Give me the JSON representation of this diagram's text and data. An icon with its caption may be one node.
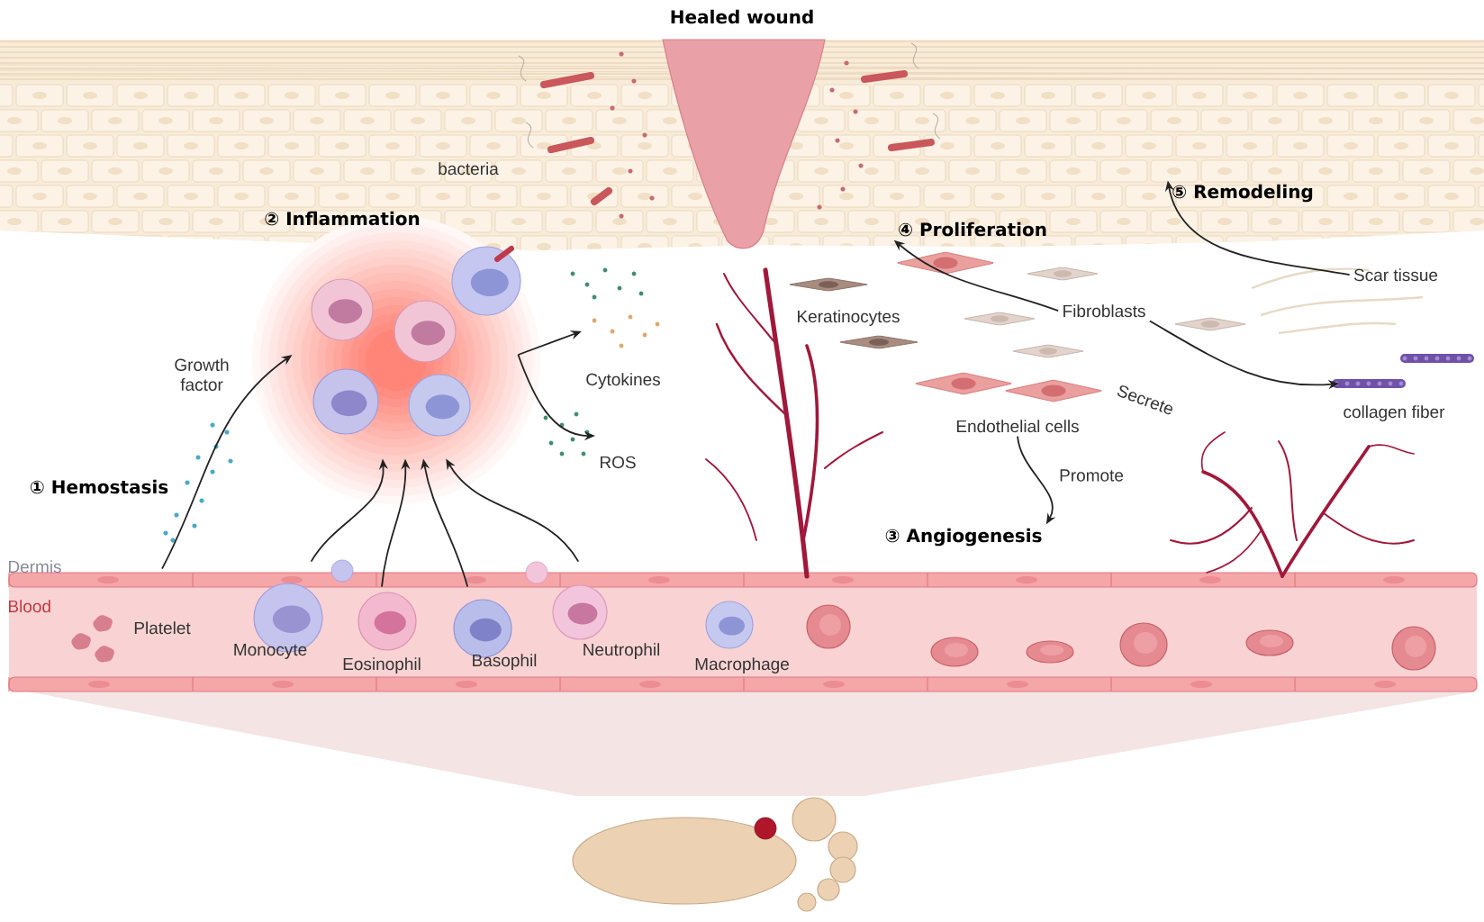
{
  "diagram": {
    "nodes": [
      {
        "text": [],
        "shape": "picture"
      },
      {
        "text": [
          "Cytokines"
        ]
      },
      {
        "text": [
          "ROS"
        ]
      },
      {
        "text": [
          "Platelet"
        ]
      },
      {
        "text": [
          "Monocyte"
        ]
      },
      {
        "text": [
          "Eosinophil"
        ]
      },
      {
        "text": [
          "Basophil"
        ]
      },
      {
        "text": [
          "Neutrophil"
        ]
      },
      {
        "text": [
          "Fibroblasts"
        ]
      },
      {
        "text": [
          "④ Proliferation"
        ]
      },
      {
        "text": [
          "collagen fiber"
        ]
      },
      {
        "text": [
          "Endothelial cells"
        ]
      },
      {
        "text": [
          "③ Angiogenesis"
        ]
      },
      {
        "text": [
          "Scar tissue"
        ]
      },
      {
        "text": [
          "⑤ Remodeling"
        ]
      }
    ],
    "edges": [
      {
        "from": 3,
        "to": 0,
        "arrow": "to",
        "label": "Growth factor"
      },
      {
        "from": 0,
        "to": 1,
        "arrow": "to"
      },
      {
        "from": 0,
        "to": 2,
        "arrow": "to"
      },
      {
        "from": 4,
        "to": 0,
        "arrow": "to"
      },
      {
        "from": 5,
        "to": 0,
        "arrow": "to"
      },
      {
        "from": 6,
        "to": 0,
        "arrow": "to"
      },
      {
        "from": 7,
        "to": 0,
        "arrow": "to"
      },
      {
        "from": 8,
        "to": 9,
        "arrow": "to"
      },
      {
        "from": 8,
        "to": 10,
        "arrow": "to",
        "label": "Secrete"
      },
      {
        "from": 11,
        "to": 12,
        "arrow": "to",
        "label": "Promote"
      },
      {
        "from": 13,
        "to": 14,
        "arrow": "to"
      }
    ],
    "labels": [
      "Healed wound",
      "bacteria",
      "② Inflammation",
      "Keratinocytes",
      "① Hemostasis",
      "Dermis",
      "Blood",
      "Macrophage"
    ]
  }
}
